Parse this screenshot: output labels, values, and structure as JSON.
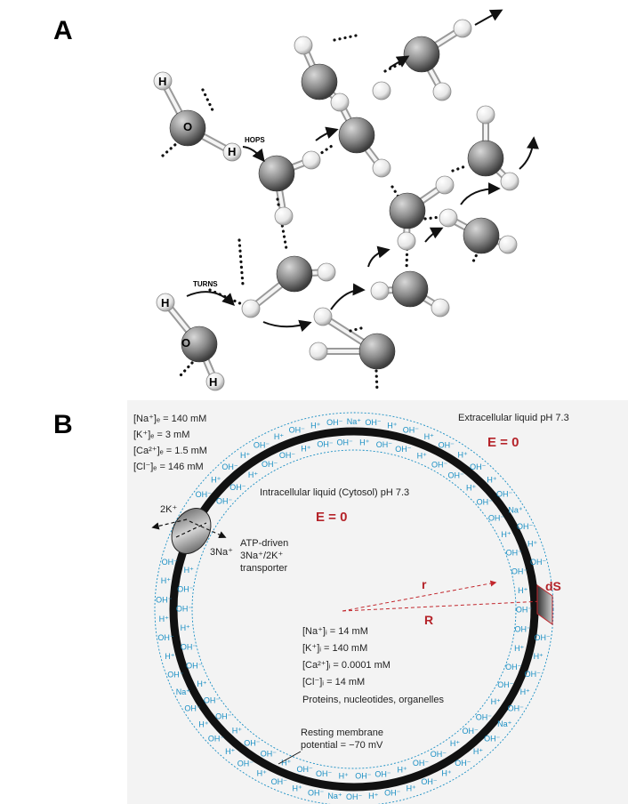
{
  "panel_a": {
    "label": "A",
    "hops_label": "HOPS",
    "turns_label": "TURNS",
    "h_label": "H",
    "o_label": "O"
  },
  "panel_b": {
    "label": "B",
    "extracellular_title": "Extracellular liquid pH 7.3",
    "intracellular_title": "Intracellular liquid (Cytosol) pH 7.3",
    "e_outside": "E = 0",
    "e_inside": "E = 0",
    "extracellular_conc": [
      "[Na⁺]ₑ = 140 mM",
      "[K⁺]ₑ = 3 mM",
      "[Ca²⁺]ₑ = 1.5 mM",
      "[Cl⁻]ₑ = 146 mM"
    ],
    "intracellular_conc": [
      "[Na⁺]ᵢ = 14 mM",
      "[K⁺]ᵢ = 140 mM",
      "[Ca²⁺]ᵢ = 0.0001 mM",
      "[Cl⁻]ᵢ = 14 mM"
    ],
    "contents_text": "Proteins, nucleotides, organelles",
    "transporter_lines": [
      "ATP-driven",
      "3Na⁺/2K⁺",
      "transporter"
    ],
    "k_label": "2K⁺",
    "na_label": "3Na⁺",
    "r_label": "r",
    "R_label": "R",
    "ds_label": "dS",
    "resting_lines": [
      "Resting membrane",
      "potential = −70 mV"
    ],
    "ions": {
      "h": "H⁺",
      "oh": "OH⁻",
      "na": "Na⁺"
    },
    "colors": {
      "ion": "#1a8fc4",
      "red": "#b5242a",
      "membrane": "#111111",
      "panel_bg": "#f3f3f3"
    }
  }
}
